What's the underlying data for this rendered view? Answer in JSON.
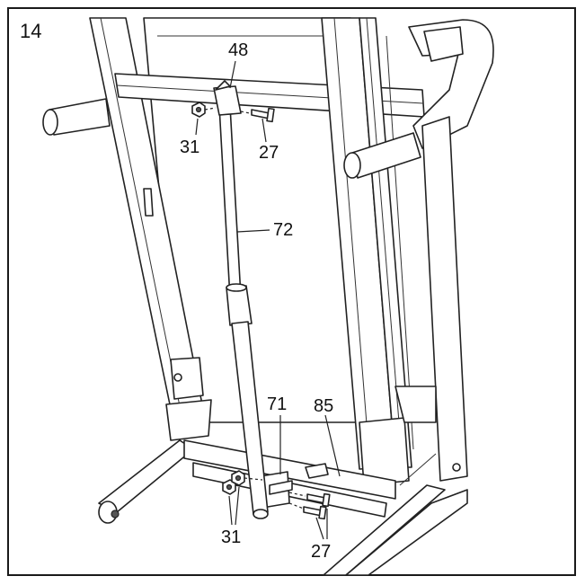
{
  "step_number": "14",
  "callouts": {
    "part_48": "48",
    "part_31_top": "31",
    "part_27_top": "27",
    "part_72": "72",
    "part_71": "71",
    "part_85": "85",
    "part_31_bottom": "31",
    "part_27_bottom": "27"
  }
}
